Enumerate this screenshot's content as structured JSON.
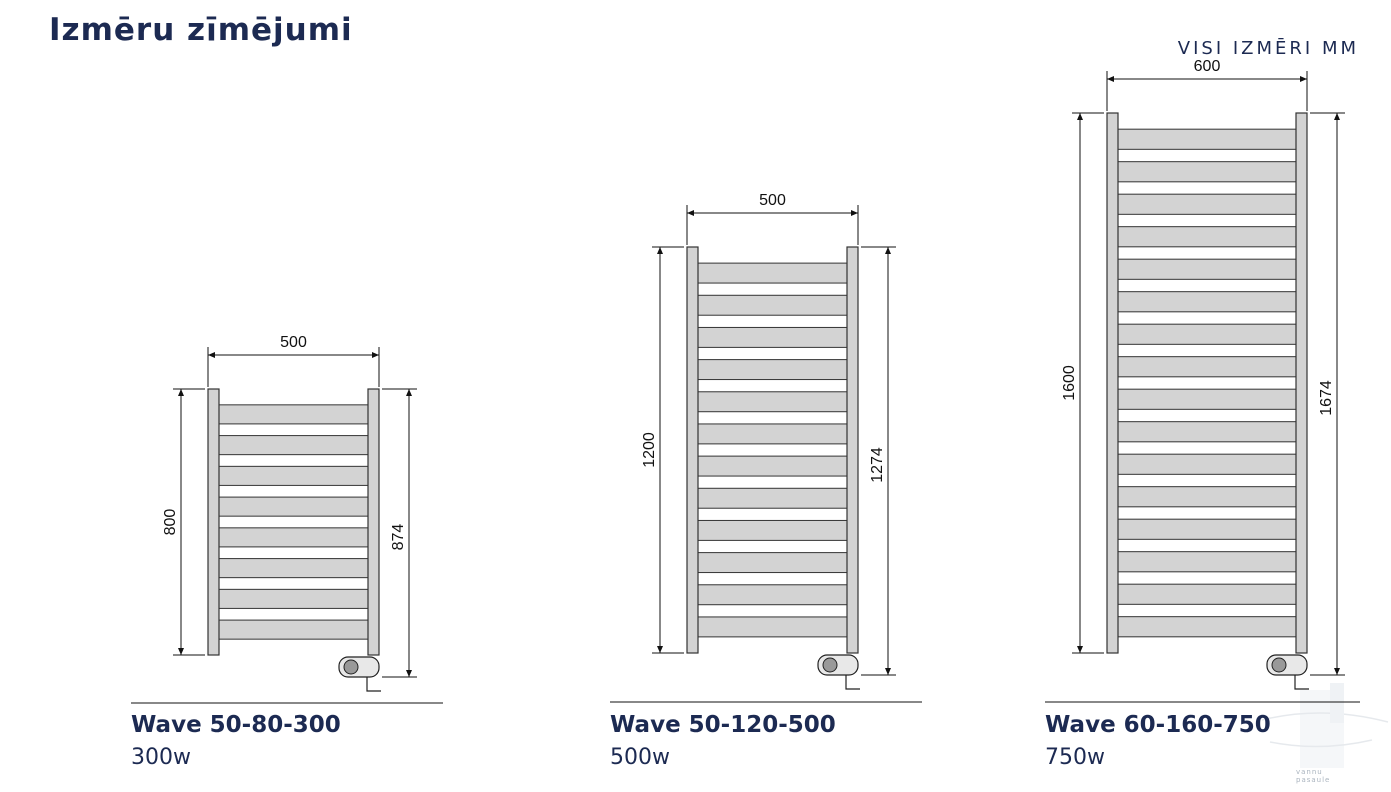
{
  "page": {
    "title": "Izmēru zīmējumi",
    "units_note": "VISI IZMĒRI MM"
  },
  "models": [
    {
      "name": "Wave 50-80-300",
      "power": "300w",
      "width_label": "500",
      "height_label": "800",
      "total_height_label": "874",
      "bars": 8
    },
    {
      "name": "Wave 50-120-500",
      "power": "500w",
      "width_label": "500",
      "height_label": "1200",
      "total_height_label": "1274",
      "bars": 12
    },
    {
      "name": "Wave 60-160-750",
      "power": "750w",
      "width_label": "600",
      "height_label": "1600",
      "total_height_label": "1674",
      "bars": 16
    }
  ],
  "watermark": {
    "text": "vannu pasaule",
    "logo": "vannu-pasaule-logo"
  },
  "colors": {
    "title": "#1c2a52",
    "rail_fill": "#d3d3d3",
    "rail_stroke": "#333333",
    "text": "#111111"
  }
}
